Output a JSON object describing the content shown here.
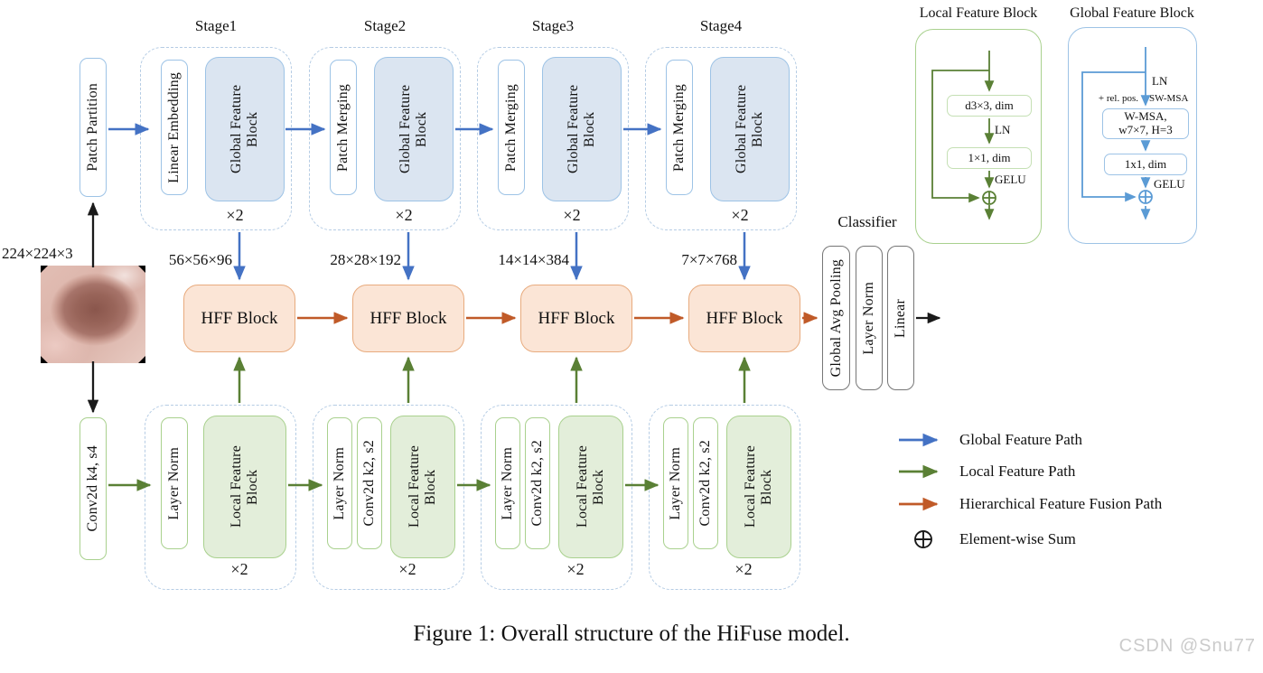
{
  "caption": "Figure 1: Overall structure of the HiFuse model.",
  "watermark": "CSDN @Snu77",
  "input": {
    "size_label": "224×224×3"
  },
  "global_path": {
    "patch_partition": "Patch Partition",
    "stages": [
      {
        "title": "Stage1",
        "pre_block": "Linear Embedding",
        "main_block": "Global Feature Block",
        "repeat": "×2",
        "output_dim": "56×56×96"
      },
      {
        "title": "Stage2",
        "pre_block": "Patch Merging",
        "main_block": "Global Feature Block",
        "repeat": "×2",
        "output_dim": "28×28×192"
      },
      {
        "title": "Stage3",
        "pre_block": "Patch Merging",
        "main_block": "Global Feature Block",
        "repeat": "×2",
        "output_dim": "14×14×384"
      },
      {
        "title": "Stage4",
        "pre_block": "Patch Merging",
        "main_block": "Global Feature Block",
        "repeat": "×2",
        "output_dim": "7×7×768"
      }
    ]
  },
  "fusion_path": {
    "hff_blocks": [
      "HFF Block",
      "HFF Block",
      "HFF Block",
      "HFF Block"
    ]
  },
  "local_path": {
    "conv_stem": "Conv2d k4, s4",
    "stages": [
      {
        "norm": "Layer Norm",
        "block": "Local Feature Block",
        "repeat": "×2"
      },
      {
        "norm": "Layer Norm",
        "down": "Conv2d k2, s2",
        "block": "Local Feature Block",
        "repeat": "×2"
      },
      {
        "norm": "Layer Norm",
        "down": "Conv2d k2, s2",
        "block": "Local Feature Block",
        "repeat": "×2"
      },
      {
        "norm": "Layer Norm",
        "down": "Conv2d k2, s2",
        "block": "Local Feature Block",
        "repeat": "×2"
      }
    ]
  },
  "classifier": {
    "title": "Classifier",
    "blocks": [
      "Global Avg Pooling",
      "Layer Norm",
      "Linear"
    ]
  },
  "local_block_detail": {
    "title": "Local Feature Block",
    "conv1": "d3×3, dim",
    "norm_label": "LN",
    "conv2": "1×1, dim",
    "act_label": "GELU"
  },
  "global_block_detail": {
    "title": "Global Feature Block",
    "norm_label": "LN",
    "rel_pos_label": "+ rel. pos.",
    "swmsa_label": "SW-MSA",
    "attn_line1": "W-MSA,",
    "attn_line2": "w7×7, H=3",
    "conv_box": "1x1, dim",
    "act_label": "GELU"
  },
  "legend": {
    "items": [
      {
        "icon": "blue-arrow",
        "label": "Global Feature Path"
      },
      {
        "icon": "green-arrow",
        "label": "Local Feature Path"
      },
      {
        "icon": "orange-arrow",
        "label": "Hierarchical Feature Fusion Path"
      },
      {
        "icon": "oplus",
        "label": "Element-wise Sum"
      }
    ]
  },
  "colors": {
    "global_path_blue": "#4472c4",
    "local_path_green": "#5a8035",
    "fusion_path_orange": "#c05a28",
    "global_block_fill": "#dbe5f1",
    "global_block_border": "#9dc3e6",
    "local_block_fill": "#e3eeda",
    "local_block_border": "#a9d18e",
    "hff_fill": "#fbe5d6",
    "hff_border": "#e8ab7e",
    "stage_dash_border": "#b5cce4",
    "classifier_border": "#767676",
    "detail_blue": "#5b9bd5",
    "watermark_gray": "#cbcbcb"
  }
}
